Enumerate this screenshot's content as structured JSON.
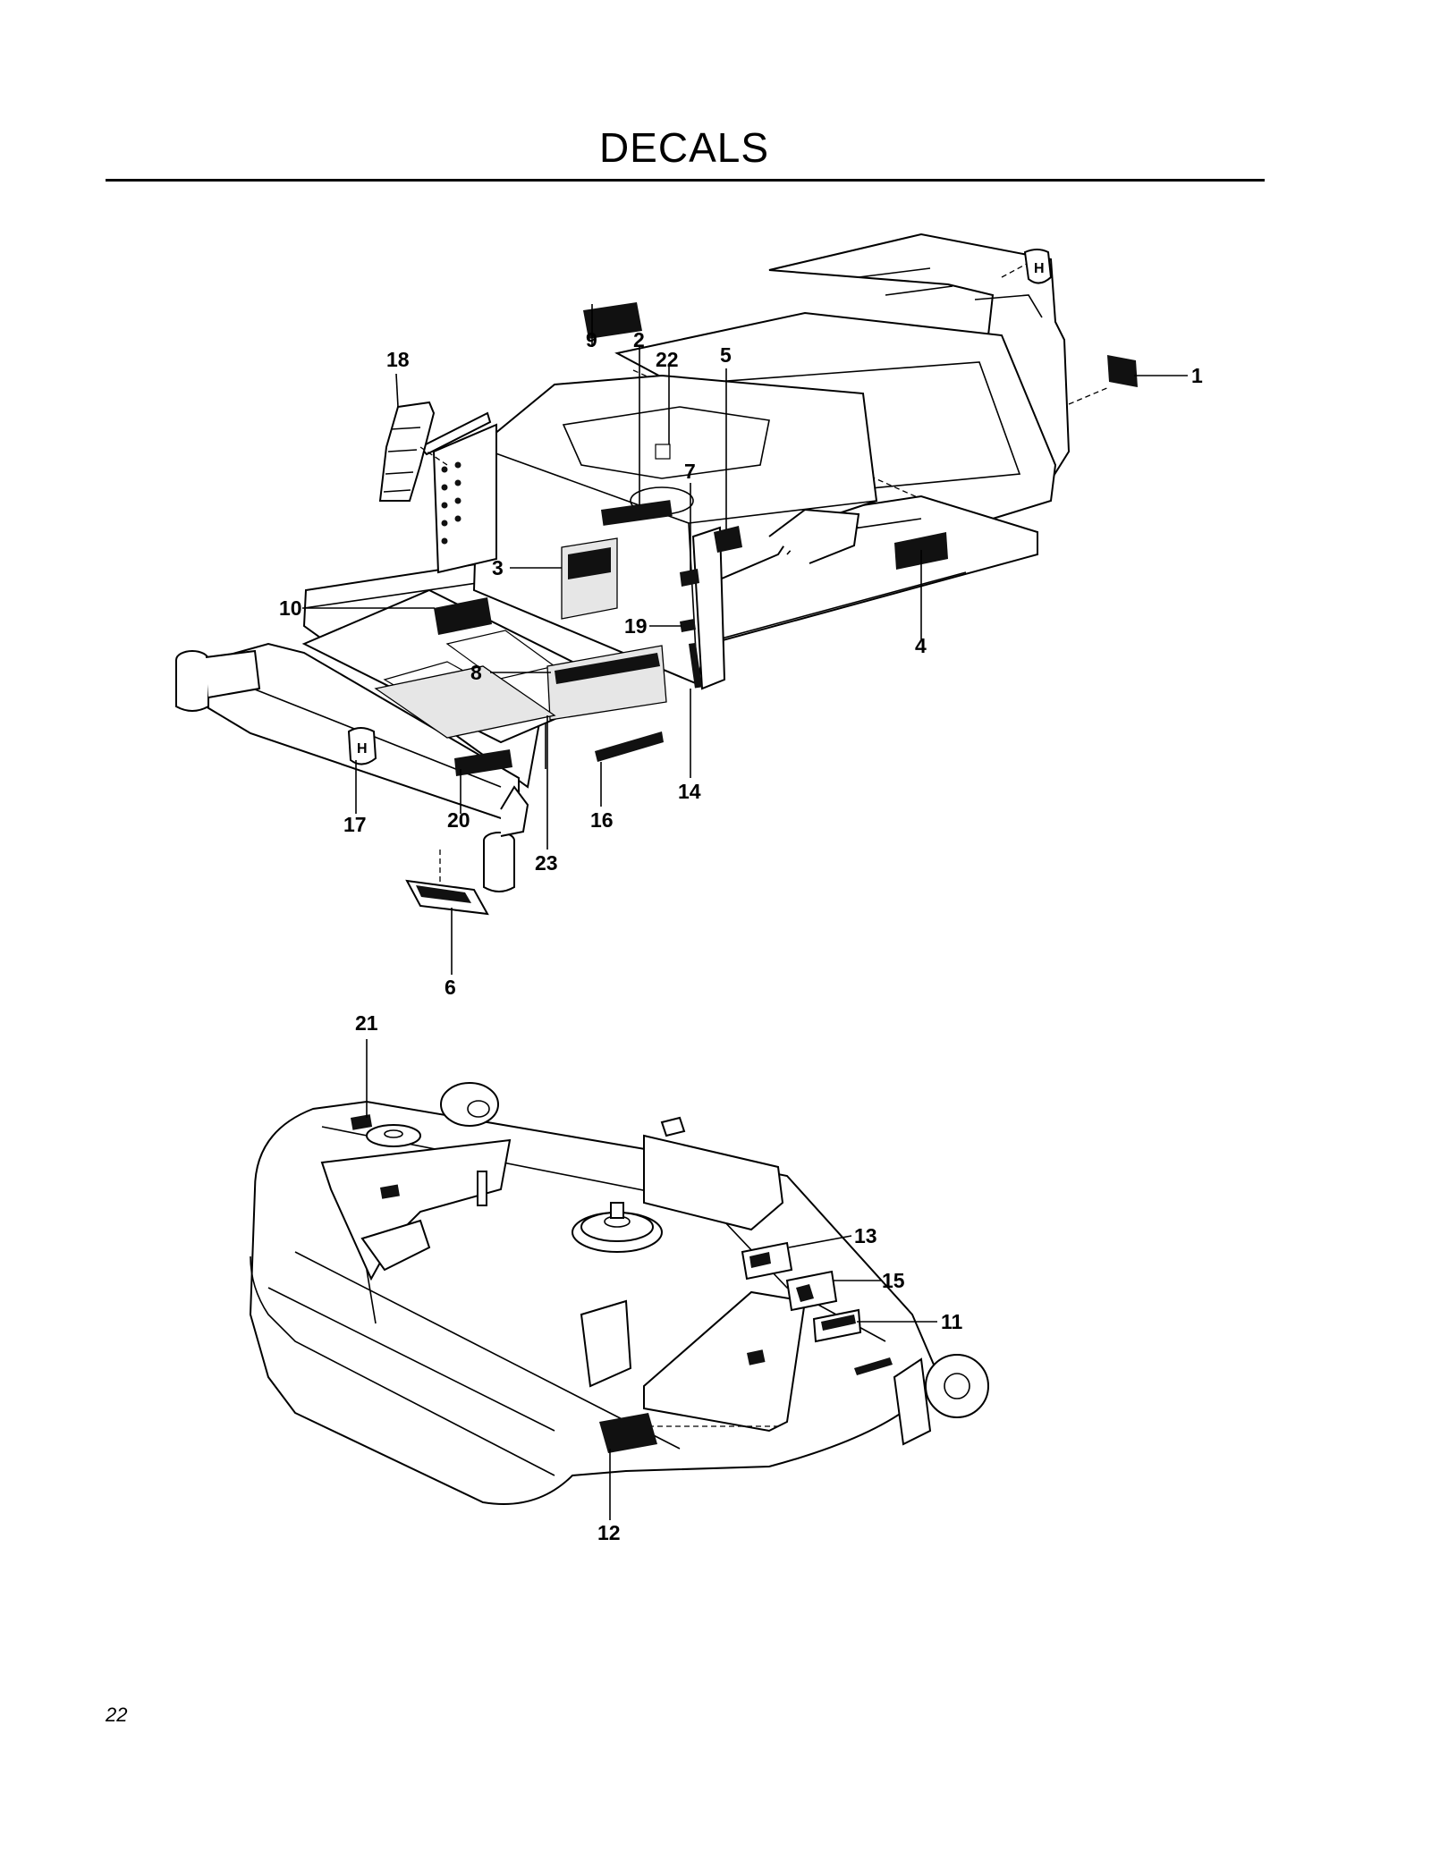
{
  "page": {
    "title": "DECALS",
    "page_number": "22"
  },
  "callouts": {
    "c1": "1",
    "c2": "2",
    "c3": "3",
    "c4": "4",
    "c5": "5",
    "c6": "6",
    "c7": "7",
    "c8": "8",
    "c9": "9",
    "c10": "10",
    "c11": "11",
    "c12": "12",
    "c13": "13",
    "c14": "14",
    "c15": "15",
    "c16": "16",
    "c17": "17",
    "c18": "18",
    "c19": "19",
    "c20": "20",
    "c21": "21",
    "c22": "22",
    "c23": "23"
  }
}
